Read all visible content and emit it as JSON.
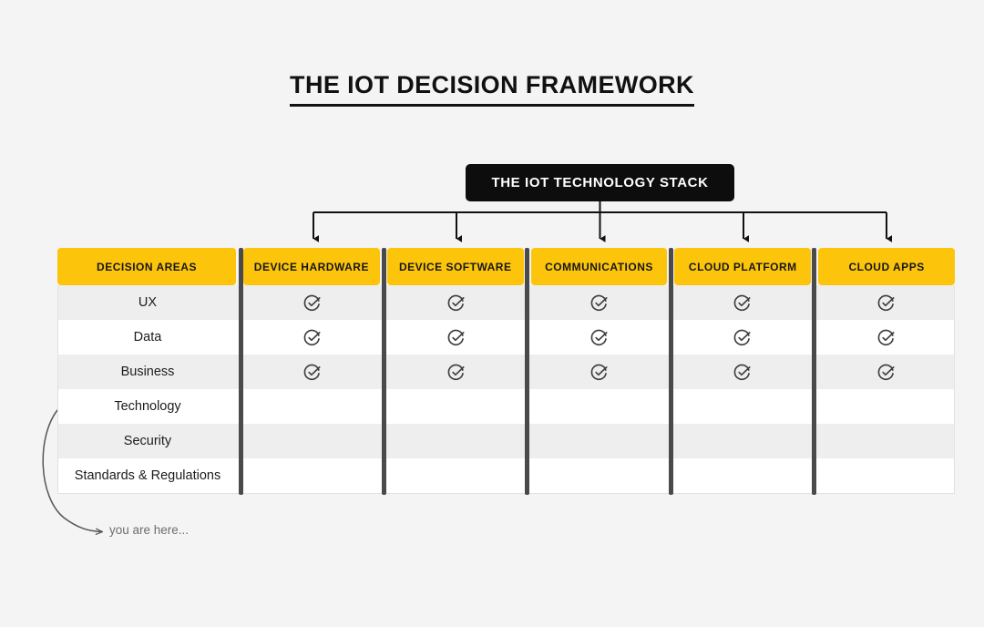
{
  "page": {
    "background_color": "#f4f4f4",
    "title": "THE IOT DECISION FRAMEWORK"
  },
  "banner": {
    "label": "THE IOT TECHNOLOGY STACK",
    "background_color": "#0d0d0d",
    "text_color": "#ffffff"
  },
  "table": {
    "accent_color": "#fcc40b",
    "stripe_color": "#eeeeee",
    "divider_color": "#4a4a4a",
    "headers": [
      {
        "label": "DECISION AREAS"
      },
      {
        "label": "DEVICE HARDWARE"
      },
      {
        "label": "DEVICE SOFTWARE"
      },
      {
        "label": "COMMUNICATIONS"
      },
      {
        "label": "CLOUD PLATFORM"
      },
      {
        "label": "CLOUD APPS"
      }
    ],
    "rows": [
      {
        "label": "UX",
        "checks": [
          true,
          true,
          true,
          true,
          true
        ]
      },
      {
        "label": "Data",
        "checks": [
          true,
          true,
          true,
          true,
          true
        ]
      },
      {
        "label": "Business",
        "checks": [
          true,
          true,
          true,
          true,
          true
        ]
      },
      {
        "label": "Technology",
        "checks": [
          false,
          false,
          false,
          false,
          false
        ]
      },
      {
        "label": "Security",
        "checks": [
          false,
          false,
          false,
          false,
          false
        ]
      },
      {
        "label": "Standards & Regulations",
        "checks": [
          false,
          false,
          false,
          false,
          false
        ]
      }
    ],
    "check_icon": "check-circle-icon"
  },
  "annotation": {
    "text": "you are here...",
    "arrow_icon": "curved-arrow-icon",
    "text_color": "#6d6d6d"
  }
}
